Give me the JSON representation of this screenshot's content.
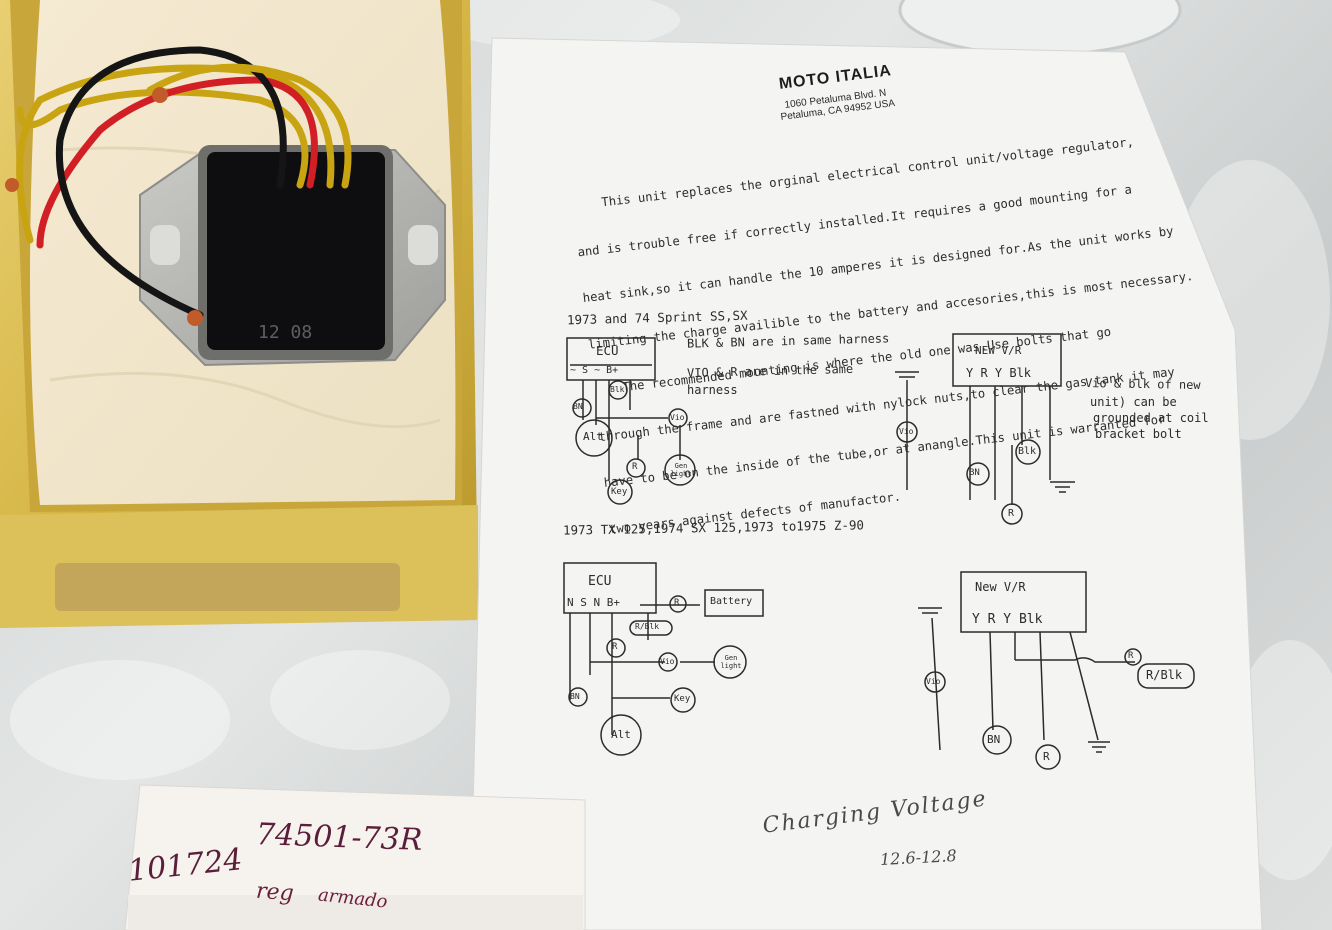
{
  "sheet": {
    "brand": "MOTO ITALIA",
    "address_line1": "1060 Petaluma Blvd. N",
    "address_line2": "Petaluma, CA 94952 USA",
    "description_lines": [
      "    This unit replaces the orginal electrical control unit/voltage regulator,",
      "and is trouble free if correctly installed.It requires a good mounting for a",
      "heat sink,so it can handle the 10 amperes it is designed for.As the unit works by",
      "limiting the charge availible to the battery and accesories,this is most necessary.",
      "    The recommended mounting is where the old one was.Use bolts that go",
      "through the frame and are fastned with nylock nuts,to clear the gas tank it may",
      "have to be on the inside of the tube,or at anangle.This unit is warranted for",
      "two years against defects of manufactor."
    ],
    "diagram1": {
      "title": "1973 and 74  Sprint SS,SX",
      "ecu_label": "ECU",
      "ecu_pins": "~ S ~ B+",
      "note1": "BLK & BN are in same harness",
      "note2a": "VIO & R are in the same",
      "note2b": "harness",
      "vr_label": "NEW V/R",
      "vr_pins": "Y R Y Blk",
      "side_note1": "Vio & blk of new",
      "side_note2": "unit) can be",
      "side_note3": "grounded at coil",
      "side_note4": "bracket bolt",
      "nodes": [
        "BN",
        "Blk",
        "Alt",
        "Vio",
        "R",
        "Gen light",
        "Key",
        "Vio",
        "BN",
        "Blk",
        "R"
      ]
    },
    "diagram2": {
      "title": "1973 TX 125,1974 SX 125,1973 to1975 Z-90",
      "ecu_label": "ECU",
      "ecu_pins": "N S N B+",
      "battery_label": "Battery",
      "vr_label": "New V/R",
      "vr_pins": "Y R Y Blk",
      "rblk_label": "R/Blk",
      "nodes": [
        "R",
        "R/Blk",
        "R",
        "Vio",
        "Gen light",
        "BN",
        "Key",
        "Alt",
        "Vio",
        "BN",
        "R",
        "R"
      ]
    },
    "handwriting": {
      "charging": "Charging Voltage",
      "range": "12.6-12.8"
    }
  },
  "regulator": {
    "marking": "12 08"
  },
  "card": {
    "num1": "101724",
    "num2": "74501-73R",
    "note1": "reg",
    "note2": "armado"
  },
  "colors": {
    "gold_box": "#d8b84a",
    "wire_yellow": "#c9a412",
    "wire_red": "#d21f25",
    "wire_black": "#151515",
    "paper": "#f4f5f3",
    "ink": "#2b2b2b"
  }
}
